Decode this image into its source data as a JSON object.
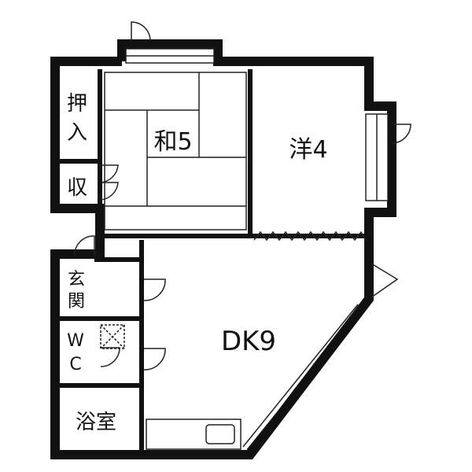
{
  "rooms": {
    "washitsu": "和5",
    "youshitsu": "洋4",
    "dk": "DK9",
    "oshiire": [
      "押",
      "入"
    ],
    "shuunou": "収",
    "genkan": [
      "玄",
      "関"
    ],
    "wc": [
      "W",
      "C"
    ],
    "yokushitsu": "浴室"
  },
  "colors": {
    "wall": "#111111",
    "line": "#222222",
    "background": "#ffffff"
  }
}
